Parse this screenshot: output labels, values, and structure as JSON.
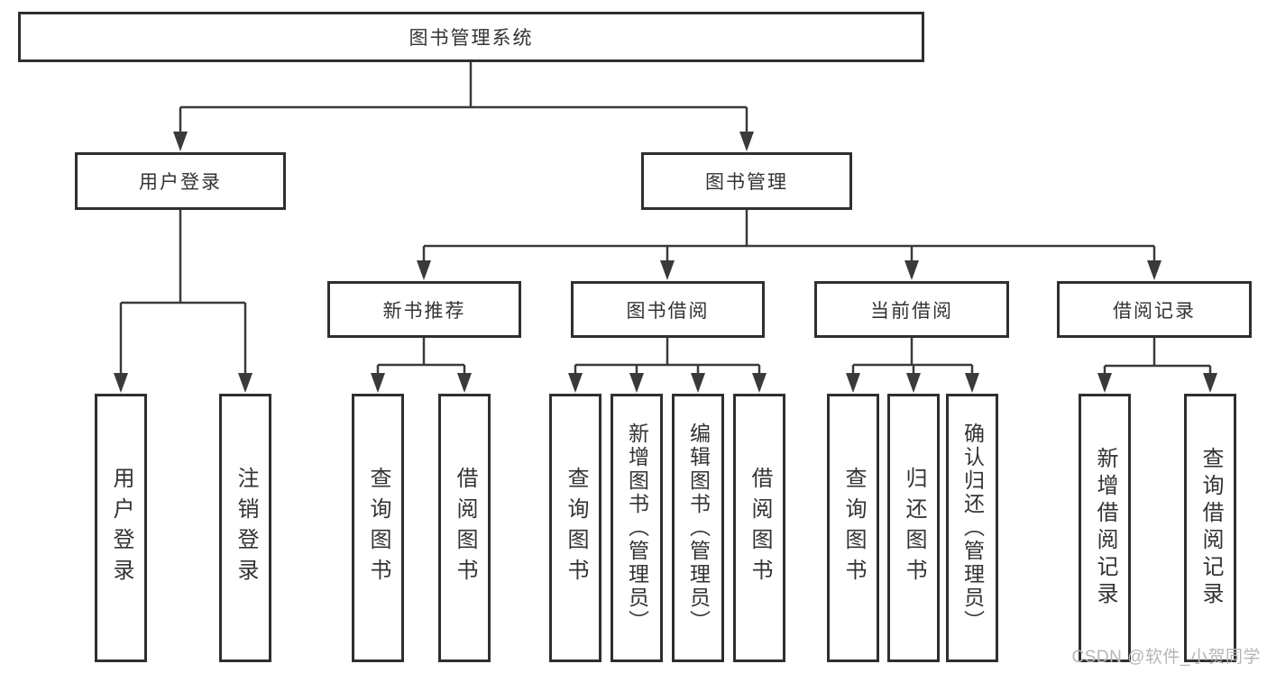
{
  "nodes": {
    "root": {
      "label": "图书管理系统"
    },
    "level2": [
      {
        "label": "用户登录"
      },
      {
        "label": "图书管理"
      }
    ],
    "level3": [
      {
        "label": "新书推荐"
      },
      {
        "label": "图书借阅"
      },
      {
        "label": "当前借阅"
      },
      {
        "label": "借阅记录"
      }
    ],
    "leaves": [
      {
        "label": "用户登录"
      },
      {
        "label": "注销登录"
      },
      {
        "label": "查询图书"
      },
      {
        "label": "借阅图书"
      },
      {
        "label": "查询图书"
      },
      {
        "label": "新增图书（管理员）"
      },
      {
        "label": "编辑图书（管理员）"
      },
      {
        "label": "借阅图书"
      },
      {
        "label": "查询图书"
      },
      {
        "label": "归还图书"
      },
      {
        "label": "确认归还（管理员）"
      },
      {
        "label": "新增借阅记录"
      },
      {
        "label": "查询借阅记录"
      }
    ]
  },
  "hierarchy": {
    "图书管理系统": {
      "用户登录": [
        "用户登录",
        "注销登录"
      ],
      "图书管理": {
        "新书推荐": [
          "查询图书",
          "借阅图书"
        ],
        "图书借阅": [
          "查询图书",
          "新增图书（管理员）",
          "编辑图书（管理员）",
          "借阅图书"
        ],
        "当前借阅": [
          "查询图书",
          "归还图书",
          "确认归还（管理员）"
        ],
        "借阅记录": [
          "新增借阅记录",
          "查询借阅记录"
        ]
      }
    }
  },
  "watermark": {
    "text": "CSDN @软件_小贺同学"
  },
  "colors": {
    "line": "#3a3a3a",
    "box_border": "#2f2f2f",
    "text": "#333333",
    "watermark": "#b5b5b5",
    "background": "#ffffff"
  }
}
